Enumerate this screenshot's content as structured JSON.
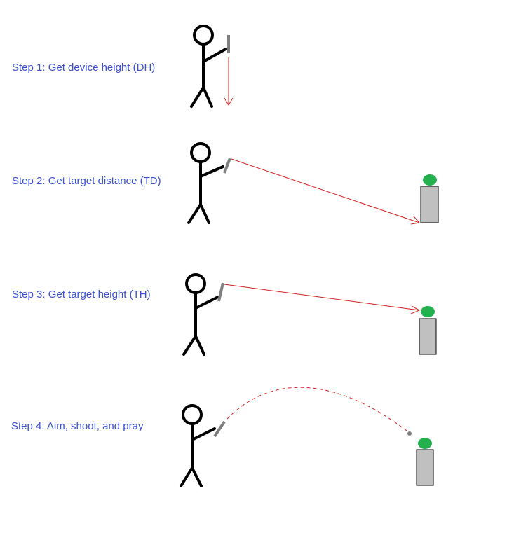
{
  "steps": [
    {
      "label": "Step 1: Get device height (DH)"
    },
    {
      "label": "Step 2: Get target distance (TD)"
    },
    {
      "label": "Step 3: Get target height (TH)"
    },
    {
      "label": "Step 4: Aim, shoot, and pray"
    }
  ],
  "colors": {
    "label_text": "#3a4fd0",
    "figure": "#000000",
    "device": "#808080",
    "measure_line": "#d02020",
    "target_box_fill": "#c0c0c0",
    "target_box_stroke": "#000000",
    "target_ball": "#22b14c",
    "projectile": "#808080"
  },
  "icons": {
    "figure": "stick-figure-icon",
    "device": "rangefinder-device-icon",
    "target": "target-box-icon"
  }
}
